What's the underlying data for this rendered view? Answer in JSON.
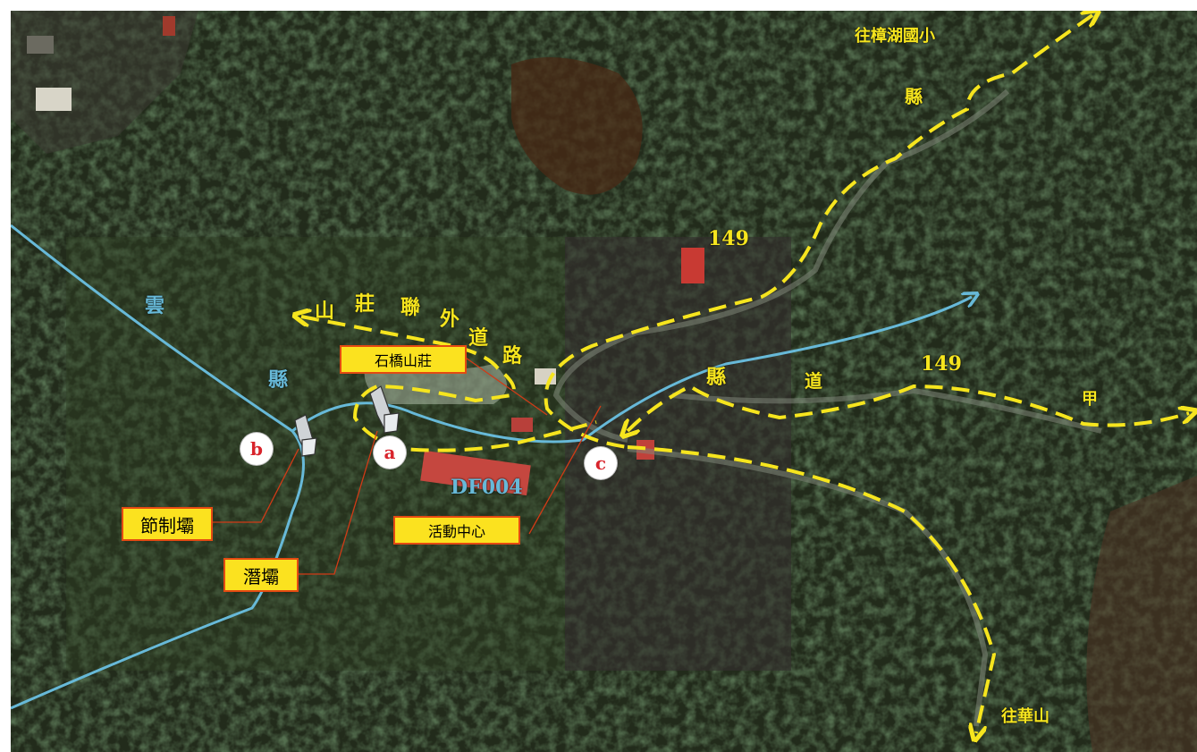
{
  "map": {
    "labels": {
      "to_school": "往樟湖國小",
      "county_top": "縣",
      "road_149_top": "149",
      "mountain_char": "山",
      "villa_char": "莊",
      "lian_char": "聯",
      "wai_char": "外",
      "dao_char": "道",
      "lu_char": "路",
      "county_east": "縣",
      "dao_east": "道",
      "road_149_east": "149",
      "jia_char": "甲",
      "to_huashan": "往華山",
      "yun_char": "雲",
      "county_west": "縣",
      "stream_id": "DF004"
    },
    "callouts": {
      "shiqiao_villa": "石橋山莊",
      "activity_center": "活動中心",
      "control_dam": "節制壩",
      "submerged_dam": "潛壩"
    },
    "points": {
      "a": "a",
      "b": "b",
      "c": "c"
    },
    "colors": {
      "road": "#f6e51e",
      "stream": "#67b9d8",
      "callout_fill": "#fbe21f",
      "callout_border": "#e44a12",
      "point_text": "#d8242c"
    }
  }
}
